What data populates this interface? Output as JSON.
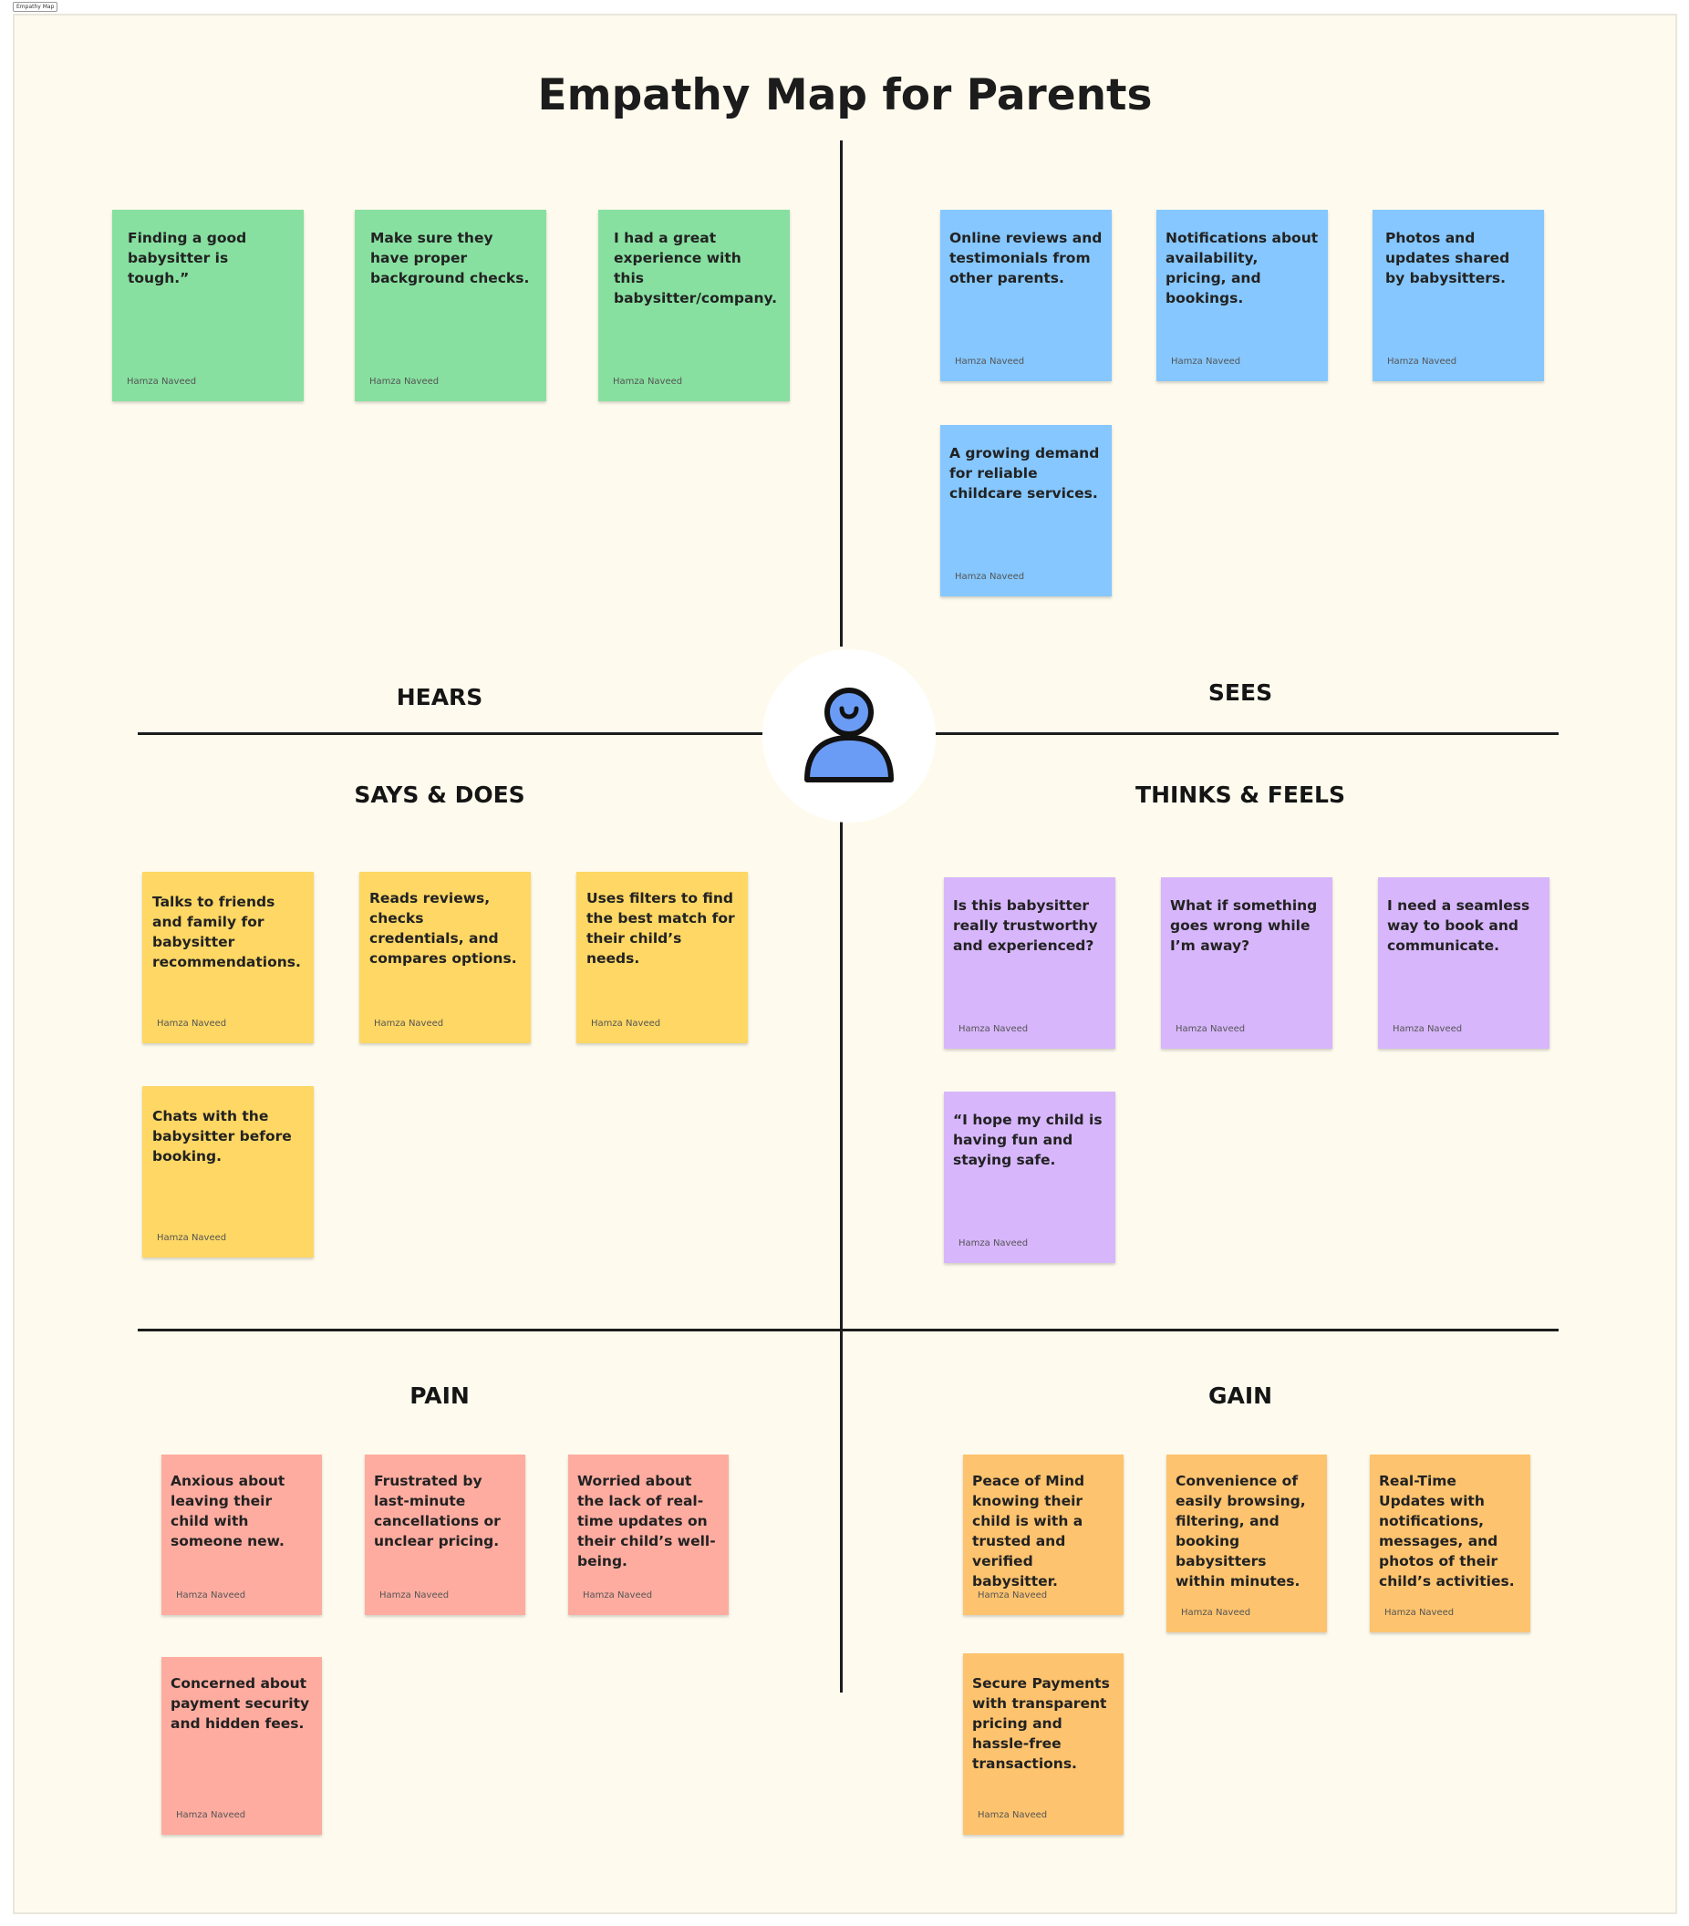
{
  "frame_label": "Empathy Map",
  "title": "Empathy Map for Parents",
  "colors": {
    "board_background": "#fefbee",
    "hears_notes": "#87e0a0",
    "sees_notes": "#85c7fe",
    "says_does_notes": "#fed764",
    "thinks_feels_notes": "#d7b6fb",
    "pain_notes": "#feaca0",
    "gain_notes": "#fdc36e",
    "avatar": "#6b9cf5"
  },
  "avatar_icon": "user-icon",
  "headings": {
    "hears": "HEARS",
    "sees": "SEES",
    "says_does": "SAYS & DOES",
    "thinks_feels": "THINKS & FEELS",
    "pain": "PAIN",
    "gain": "GAIN"
  },
  "hears": [
    {
      "text": "Finding a good babysitter is tough.”",
      "author": "Hamza Naveed"
    },
    {
      "text": "Make sure they have proper background checks.",
      "author": "Hamza Naveed"
    },
    {
      "text": "I had a great experience with this babysitter/company.",
      "author": "Hamza Naveed"
    }
  ],
  "sees": [
    {
      "text": "Online reviews and testimonials from other parents.",
      "author": "Hamza Naveed"
    },
    {
      "text": "Notifications about availability, pricing, and bookings.",
      "author": "Hamza Naveed"
    },
    {
      "text": "Photos and updates shared by babysitters.",
      "author": "Hamza Naveed"
    },
    {
      "text": "A growing demand for reliable childcare services.",
      "author": "Hamza Naveed"
    }
  ],
  "says_does": [
    {
      "text": "Talks to friends and family for babysitter recommendations.",
      "author": "Hamza Naveed"
    },
    {
      "text": "Reads reviews, checks credentials, and compares options.",
      "author": "Hamza Naveed"
    },
    {
      "text": "Uses filters to find the best match for their child’s needs.",
      "author": "Hamza Naveed"
    },
    {
      "text": "Chats with the babysitter before booking.",
      "author": "Hamza Naveed"
    }
  ],
  "thinks_feels": [
    {
      "text": "Is this babysitter really trustworthy and experienced?",
      "author": "Hamza Naveed"
    },
    {
      "text": "What if something goes wrong while I’m away?",
      "author": "Hamza Naveed"
    },
    {
      "text": "I need a seamless way to book and communicate.",
      "author": "Hamza Naveed"
    },
    {
      "text": "“I hope my child is having fun and staying safe.",
      "author": "Hamza Naveed"
    }
  ],
  "pain": [
    {
      "text": "Anxious about leaving their child with someone new.",
      "author": "Hamza Naveed"
    },
    {
      "text": "Frustrated by last-minute cancellations or unclear pricing.",
      "author": "Hamza Naveed"
    },
    {
      "text": "Worried about the lack of real-time updates on their child’s well-being.",
      "author": "Hamza Naveed"
    },
    {
      "text": "Concerned about payment security and hidden fees.",
      "author": "Hamza Naveed"
    }
  ],
  "gain": [
    {
      "text": "Peace of Mind knowing their child is with a trusted and verified babysitter.",
      "author": "Hamza Naveed"
    },
    {
      "text": "Convenience of easily browsing, filtering, and booking babysitters within minutes.",
      "author": "Hamza Naveed"
    },
    {
      "text": "Real-Time Updates with notifications, messages, and photos of their child’s activities.",
      "author": "Hamza Naveed"
    },
    {
      "text": "Secure Payments with transparent pricing and hassle-free transactions.",
      "author": "Hamza Naveed"
    }
  ]
}
